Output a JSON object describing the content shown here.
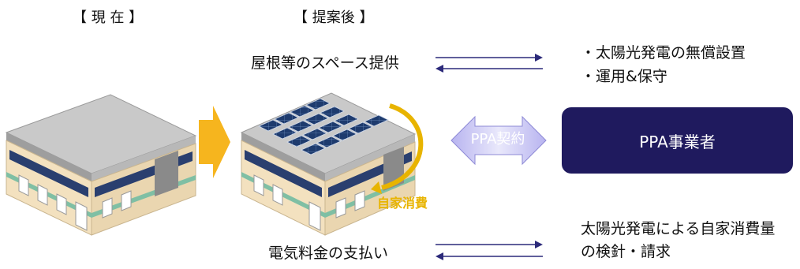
{
  "headers": {
    "current": "【 現 在 】",
    "proposed": "【 提案後 】"
  },
  "top_flow": {
    "left_text": "屋根等のスペース提供",
    "right_lines": [
      "・太陽光発電の無償設置",
      "・運用&保守"
    ]
  },
  "bottom_flow": {
    "left_text": "電気料金の支払い",
    "right_lines": [
      "太陽光発電による自家消費量",
      "の検針・請求"
    ]
  },
  "contract_label": "PPA契約",
  "operator_label": "PPA事業者",
  "self_consumption_label": "自家消費",
  "colors": {
    "navy": "#1f1a5e",
    "arrow_orange": "#f6b51e",
    "self_yellow": "#e8b400",
    "flow_arrow": "#2c2a7a"
  }
}
